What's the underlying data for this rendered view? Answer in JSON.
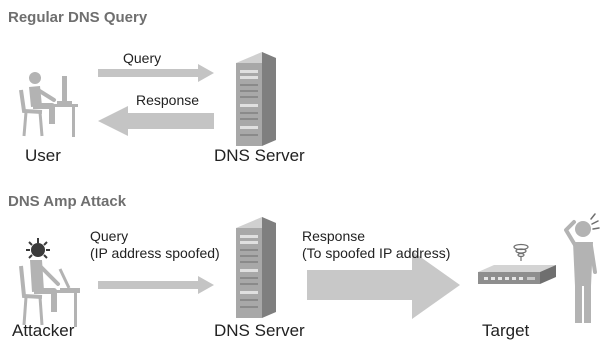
{
  "regular": {
    "title": "Regular DNS Query",
    "query_label": "Query",
    "response_label": "Response",
    "user_caption": "User",
    "server_caption": "DNS Server"
  },
  "attack": {
    "title": "DNS Amp Attack",
    "query_label_line1": "Query",
    "query_label_line2": "(IP address spoofed)",
    "response_label_line1": "Response",
    "response_label_line2": "(To spoofed IP address)",
    "attacker_caption": "Attacker",
    "server_caption": "DNS Server",
    "target_caption": "Target"
  },
  "icons": {
    "user": "user-at-computer-icon",
    "attacker": "attacker-at-computer-icon",
    "server": "server-tower-icon",
    "router": "network-switch-icon",
    "target_person": "confused-person-icon"
  },
  "colors": {
    "figure": "#b3b3b3",
    "figure_dark": "#8a8a8a",
    "arrow_light": "#c8c8c8",
    "attacker_head": "#3a3a3a",
    "title": "#6f6f6f",
    "text": "#222222"
  }
}
